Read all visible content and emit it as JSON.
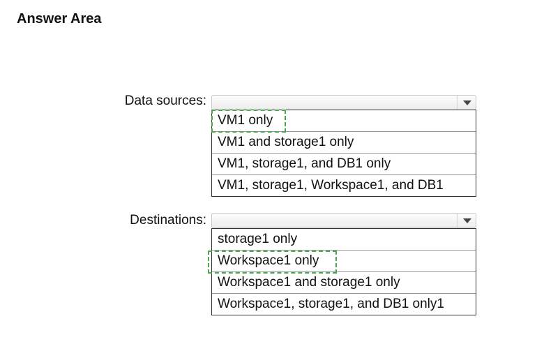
{
  "title": "Answer Area",
  "questions": [
    {
      "label": "Data sources:",
      "options": [
        "VM1 only",
        "VM1 and storage1 only",
        "VM1, storage1, and DB1 only",
        "VM1, storage1, Workspace1, and DB1"
      ],
      "highlighted_option": "VM1 only"
    },
    {
      "label": "Destinations:",
      "options": [
        "storage1 only",
        "Workspace1 only",
        "Workspace1 and storage1 only",
        "Workspace1, storage1, and DB1 only1"
      ],
      "highlighted_option": "Workspace1 only"
    }
  ],
  "colors": {
    "highlight": "#4aa84a"
  }
}
